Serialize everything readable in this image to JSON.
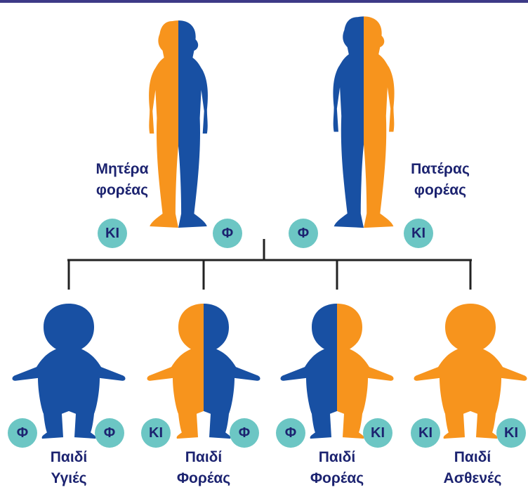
{
  "colors": {
    "orange": "#f7941d",
    "blue": "#1850a3",
    "badge": "#6cc6c4",
    "text": "#1c2370",
    "lines": "#222222",
    "top_bar": "#3d3a87"
  },
  "parents": {
    "mother": {
      "line1": "Μητέρα",
      "line2": "φορέας",
      "left_allele": "ΚΙ",
      "right_allele": "Φ"
    },
    "father": {
      "line1": "Πατέρας",
      "line2": "φορέας",
      "left_allele": "Φ",
      "right_allele": "ΚΙ"
    }
  },
  "children": [
    {
      "line1": "Παιδί",
      "line2": "Υγιές",
      "left_allele": "Φ",
      "right_allele": "Φ"
    },
    {
      "line1": "Παιδί",
      "line2": "Φορέας",
      "left_allele": "ΚΙ",
      "right_allele": "Φ"
    },
    {
      "line1": "Παιδί",
      "line2": "Φορέας",
      "left_allele": "Φ",
      "right_allele": "ΚΙ"
    },
    {
      "line1": "Παιδί",
      "line2": "Ασθενές",
      "left_allele": "ΚΙ",
      "right_allele": "ΚΙ"
    }
  ]
}
